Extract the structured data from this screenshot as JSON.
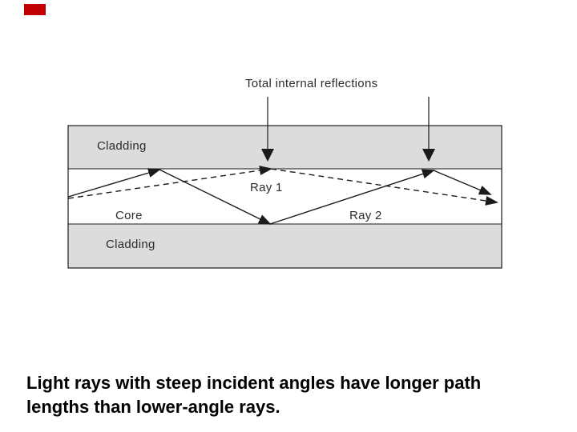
{
  "slide": {
    "marker_color": "#c00000"
  },
  "diagram": {
    "title": "Total internal reflections",
    "cladding_top_label": "Cladding",
    "core_label": "Core",
    "cladding_bottom_label": "Cladding",
    "ray1_label": "Ray 1",
    "ray2_label": "Ray 2",
    "colors": {
      "cladding_fill": "#dcdcdc",
      "line": "#1a1a1a",
      "label_text": "#2b2b2b"
    }
  },
  "caption": {
    "lines": [
      "Light rays with steep incident angles have longer path",
      "lengths than lower-angle rays."
    ]
  }
}
